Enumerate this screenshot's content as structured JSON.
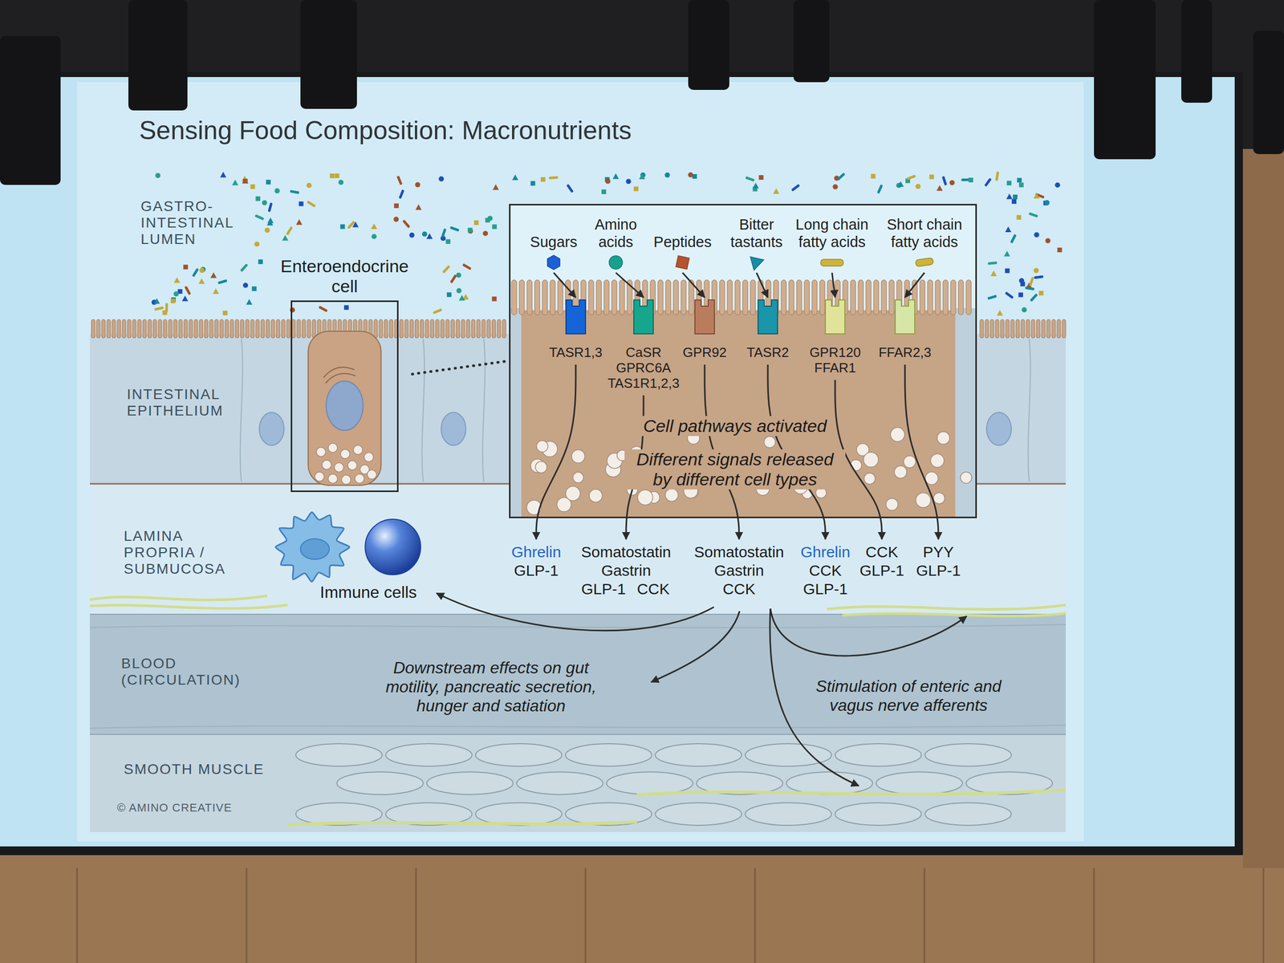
{
  "diagram": {
    "title": "Sensing Food Composition: Macronutrients",
    "nodes": [
      {
        "text": [
          "Enteroendocrine cell"
        ]
      },
      {
        "text": [
          "Cell pathways activated",
          "Different signals released by different cell types"
        ]
      },
      {
        "text": [
          "Sugars"
        ],
        "in": 1
      },
      {
        "text": [
          "Amino acids"
        ],
        "in": 1
      },
      {
        "text": [
          "Peptides"
        ],
        "in": 1
      },
      {
        "text": [
          "Bitter tastants"
        ],
        "in": 1
      },
      {
        "text": [
          "Long chain fatty acids"
        ],
        "in": 1
      },
      {
        "text": [
          "Short chain fatty acids"
        ],
        "in": 1
      },
      {
        "text": [
          "TASR1,3"
        ],
        "in": 1
      },
      {
        "text": [
          "CaSR GPRC6A TAS1R1,2,3"
        ],
        "in": 1
      },
      {
        "text": [
          "GPR92"
        ],
        "in": 1
      },
      {
        "text": [
          "TASR2"
        ],
        "in": 1
      },
      {
        "text": [
          "GPR120 FFAR1"
        ],
        "in": 1
      },
      {
        "text": [
          "FFAR2,3"
        ],
        "in": 1
      },
      {
        "text": [
          "Immune cells"
        ]
      }
    ],
    "edges": [
      {
        "from": 0,
        "to": 1,
        "arrow": "none"
      },
      {
        "from": 2,
        "to": 8,
        "arrow": "to"
      },
      {
        "from": 3,
        "to": 9,
        "arrow": "to"
      },
      {
        "from": 4,
        "to": 10,
        "arrow": "to"
      },
      {
        "from": 5,
        "to": 11,
        "arrow": "to"
      },
      {
        "from": 6,
        "to": 12,
        "arrow": "to"
      },
      {
        "from": 7,
        "to": 13,
        "arrow": "to"
      }
    ],
    "labels": [
      "GASTRO- INTESTINAL LUMEN",
      "INTESTINAL EPITHELIUM",
      "LAMINA PROPRIA / SUBMUCOSA",
      "Ghrelin",
      "GLP-1",
      "Somatostatin",
      "Gastrin",
      "GLP-1",
      "CCK",
      "Somatostatin",
      "Gastrin",
      "CCK",
      "Ghrelin",
      "CCK",
      "GLP-1",
      "CCK",
      "GLP-1",
      "PYY",
      "GLP-1",
      "BLOOD (CIRCULATION)",
      "Downstream effects on gut motility, pancreatic secretion, hunger and satiation",
      "Stimulation of enteric and vagus nerve afferents",
      "SMOOTH MUSCLE",
      "© AMINO CREATIVE"
    ]
  }
}
